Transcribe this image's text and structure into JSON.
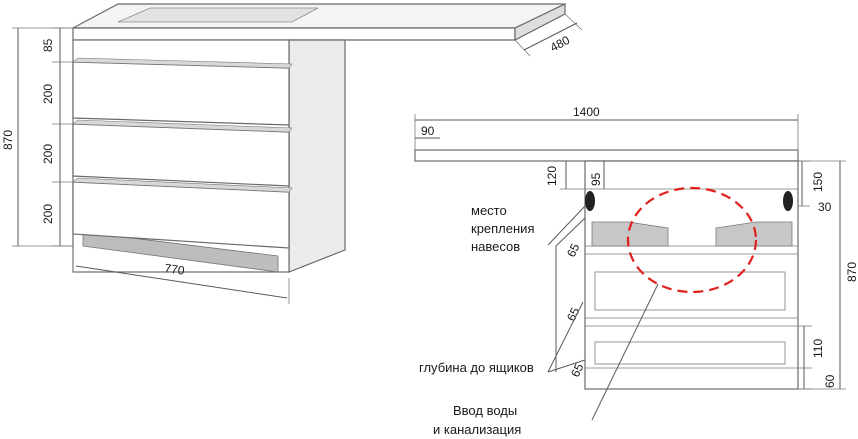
{
  "left_view": {
    "dims": {
      "top_height": "85",
      "drawer1": "200",
      "drawer2": "200",
      "drawer3": "200",
      "total_height": "870",
      "width": "770",
      "depth": "480"
    }
  },
  "right_view": {
    "dims": {
      "total_width": "1400",
      "left_offset": "90",
      "d120": "120",
      "d95": "95",
      "d150": "150",
      "d30": "30",
      "total_height": "870",
      "d110": "110",
      "d60": "60",
      "d65a": "65",
      "d65b": "65",
      "d65c": "65"
    },
    "labels": {
      "mount_line1": "место",
      "mount_line2": "крепления",
      "mount_line3": "навесов",
      "depth_to_drawers": "глубина до ящиков",
      "inlet_line1": "Ввод воды",
      "inlet_line2": "и канализация"
    }
  },
  "colors": {
    "line": "#5a5a5a",
    "front": "#ffffff",
    "side": "#ececec",
    "dark_side": "#c8c8c8",
    "highlight": "#e0201c",
    "hinge": "#222222"
  }
}
